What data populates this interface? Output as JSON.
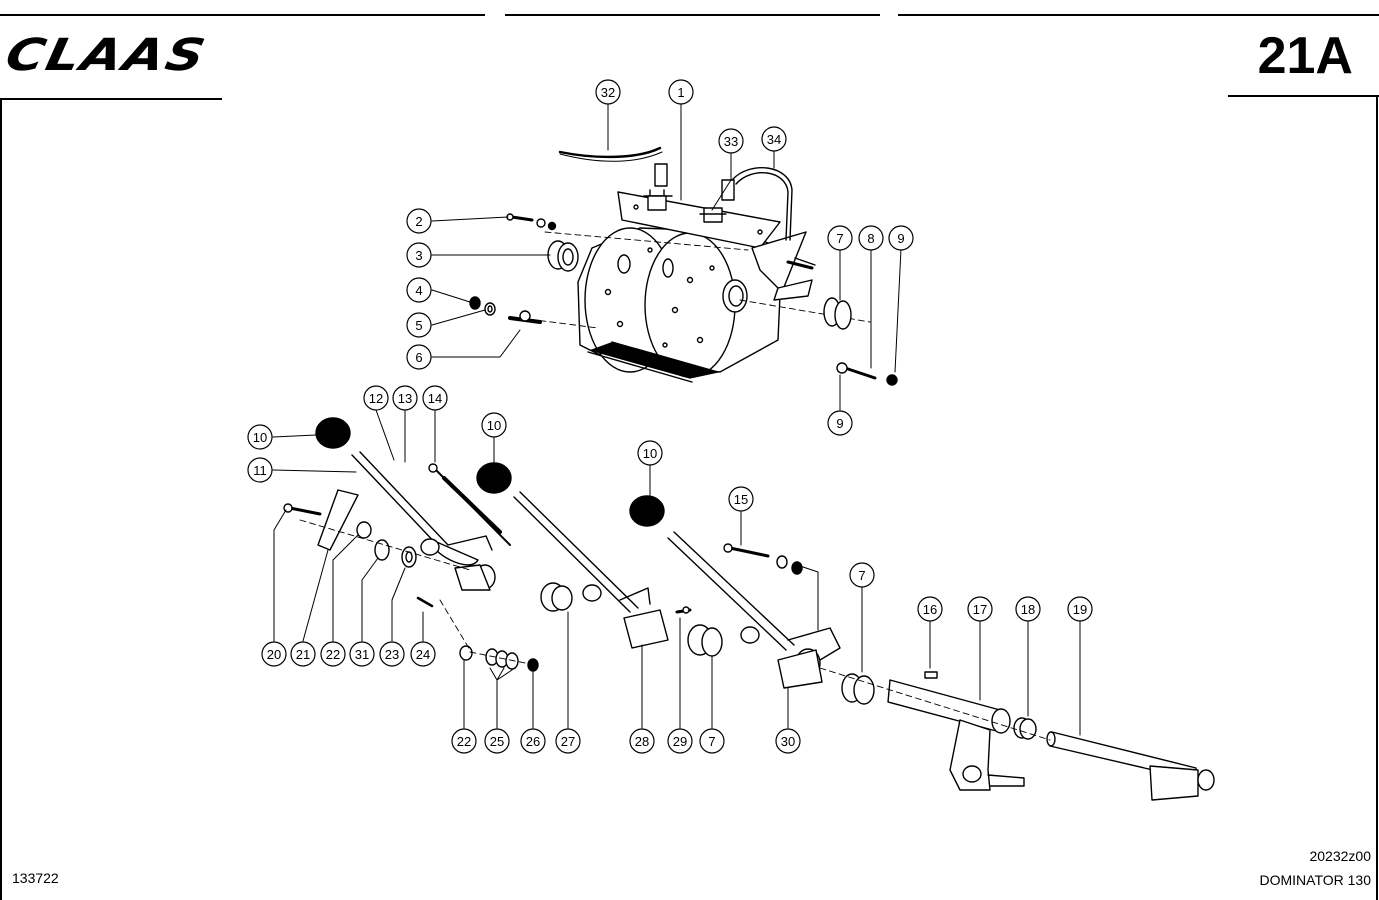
{
  "header": {
    "brand": "CLAAS",
    "page_number": "21A"
  },
  "footer": {
    "sheet_id": "133722",
    "drawing_code": "20232z00",
    "model": "DOMINATOR 130"
  },
  "callouts": [
    "32",
    "1",
    "33",
    "34",
    "2",
    "3",
    "4",
    "5",
    "6",
    "7",
    "8",
    "9",
    "9",
    "12",
    "13",
    "14",
    "10",
    "10",
    "10",
    "11",
    "15",
    "20",
    "21",
    "22",
    "31",
    "23",
    "24",
    "22",
    "25",
    "26",
    "27",
    "28",
    "29",
    "7",
    "30",
    "7",
    "16",
    "17",
    "18",
    "19"
  ]
}
